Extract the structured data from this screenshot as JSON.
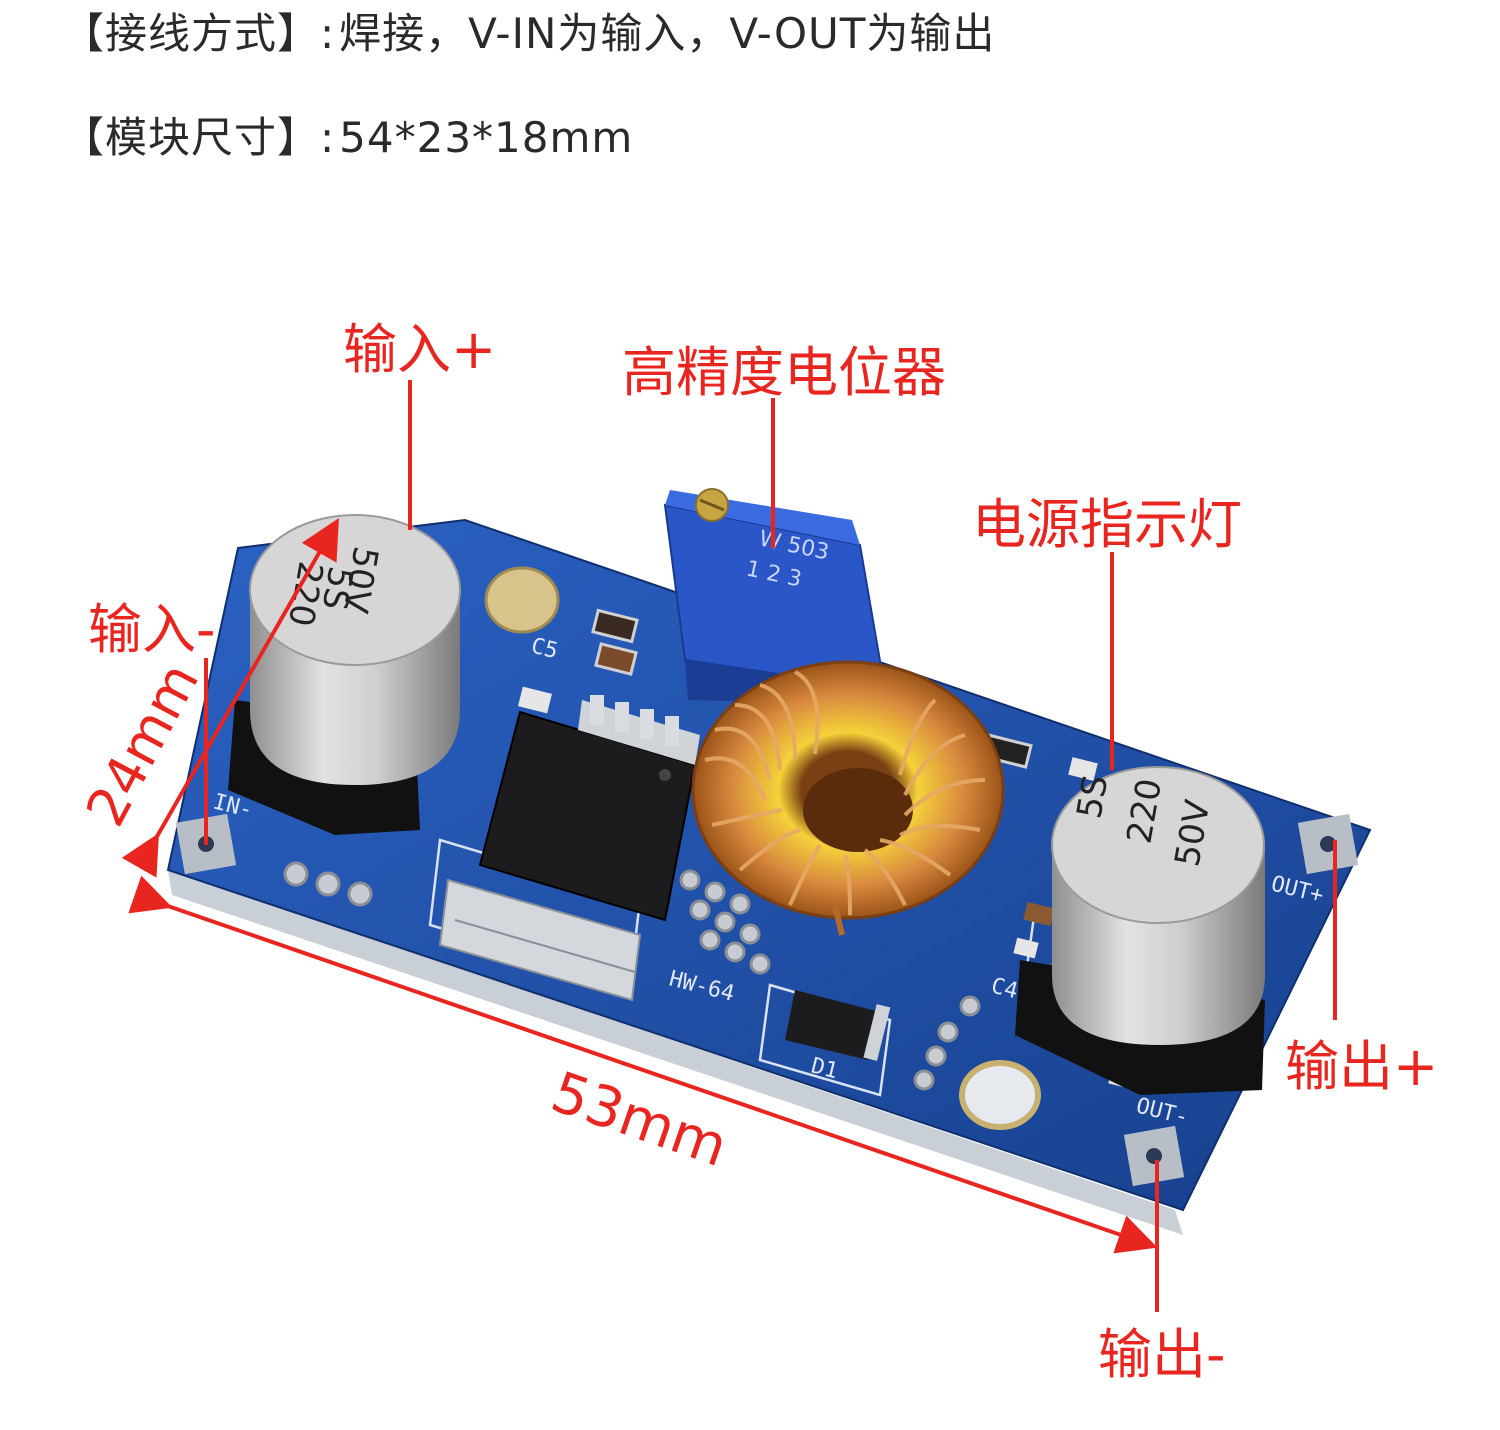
{
  "specs": [
    {
      "label": "【接线方式】:",
      "value": "焊接，V-IN为输入，V-OUT为输出"
    },
    {
      "label": "【模块尺寸】:",
      "value": "54*23*18mm"
    }
  ],
  "callouts": {
    "input_plus": "输入+",
    "input_minus": "输入-",
    "potentiometer": "高精度电位器",
    "power_indicator": "电源指示灯",
    "output_plus": "输出+",
    "output_minus": "输出-"
  },
  "dimensions": {
    "width": "24mm",
    "length": "53mm"
  },
  "board_markings": {
    "cap_in": [
      "5S",
      "220",
      "50V"
    ],
    "cap_out": [
      "5S",
      "220",
      "50V"
    ],
    "pot_code": [
      "W 503",
      "1 2 3"
    ],
    "in_minus": "IN-",
    "out_plus": "OUT+",
    "out_minus": "OUT-",
    "c5": "C5",
    "c4": "C4",
    "d1": "D1",
    "model": "HW-64"
  },
  "colors": {
    "annotation": "#e8251f",
    "pcb": "#1f4fa8",
    "copper": "#c88040"
  }
}
